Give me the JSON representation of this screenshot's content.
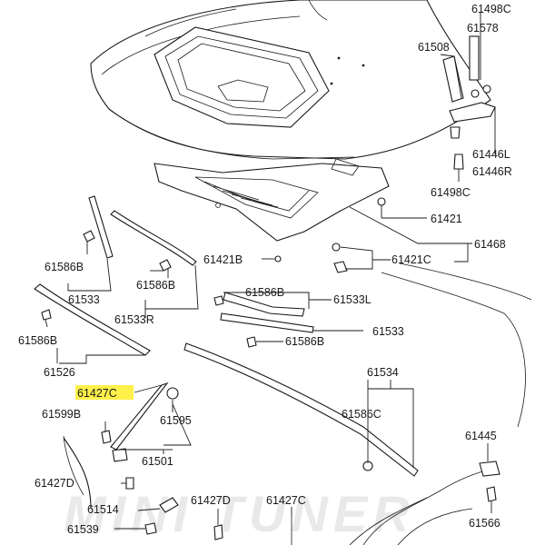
{
  "watermark": "MINI TUNER",
  "highlight_color": "#fff04a",
  "labels": {
    "p61498c_top": "61498C",
    "p61578": "61578",
    "p61508": "61508",
    "p61446l": "61446L",
    "p61446r": "61446R",
    "p61498c_mid": "61498C",
    "p61421": "61421",
    "p61468": "61468",
    "p61421b": "61421B",
    "p61421c": "61421C",
    "p61586b_a": "61586B",
    "p61533": "61533",
    "p61586b_b": "61586B",
    "p61533r": "61533R",
    "p61586b_c": "61586B",
    "p61533l": "61533L",
    "p61533_right": "61533",
    "p61586b_d": "61586B",
    "p61586b_e": "61586B",
    "p61526": "61526",
    "p61427c": "61427C",
    "p61599b": "61599B",
    "p61595": "61595",
    "p61501": "61501",
    "p61534": "61534",
    "p61586c": "61586C",
    "p61445": "61445",
    "p61427d_left": "61427D",
    "p61514": "61514",
    "p61427d_mid": "61427D",
    "p61427c_bottom": "61427C",
    "p61539": "61539",
    "p61566": "61566"
  }
}
